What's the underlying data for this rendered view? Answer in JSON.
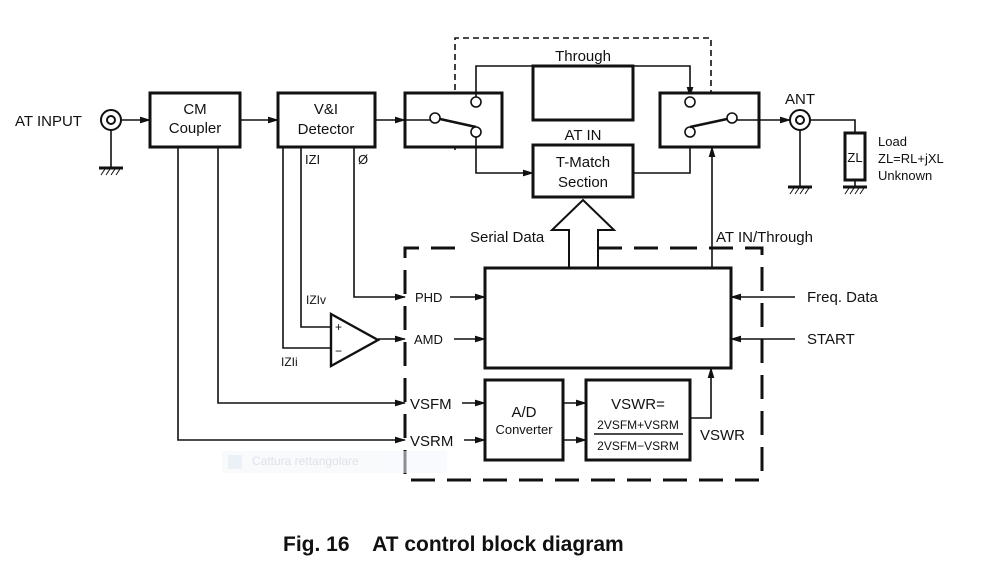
{
  "diagram": {
    "caption": "Fig. 16    AT control block diagram",
    "input": {
      "label": "AT INPUT"
    },
    "antenna": {
      "label": "ANT"
    },
    "blocks": {
      "cm_coupler": [
        "CM",
        "Coupler"
      ],
      "vi_detector": [
        "V&I",
        "Detector"
      ],
      "through": "Through",
      "at_in": "AT IN",
      "tmatch": [
        "T-Match",
        "Section"
      ],
      "ad_converter": [
        "A/D",
        "Converter"
      ],
      "vswr_formula": {
        "title": "VSWR=",
        "numerator": "2VSFM+VSRM",
        "denominator": "2VSFM−VSRM"
      }
    },
    "load": {
      "symbol": "ZL",
      "lines": [
        "Load",
        "ZL=RL+jXL",
        "Unknown"
      ]
    },
    "signals": {
      "z_mag": "IZI",
      "phase": "Ø",
      "z_v": "IZIv",
      "z_i": "IZIi",
      "phd": "PHD",
      "amd": "AMD",
      "vsfm": "VSFM",
      "vsrm": "VSRM",
      "vswr": "VSWR",
      "serial_data": "Serial Data",
      "at_in_through": "AT IN/Through",
      "freq_data": "Freq. Data",
      "start": "START"
    },
    "opamp": {
      "plus": "+",
      "minus": "−"
    }
  },
  "overlay": {
    "tooltip": "Cattura rettangolare"
  }
}
